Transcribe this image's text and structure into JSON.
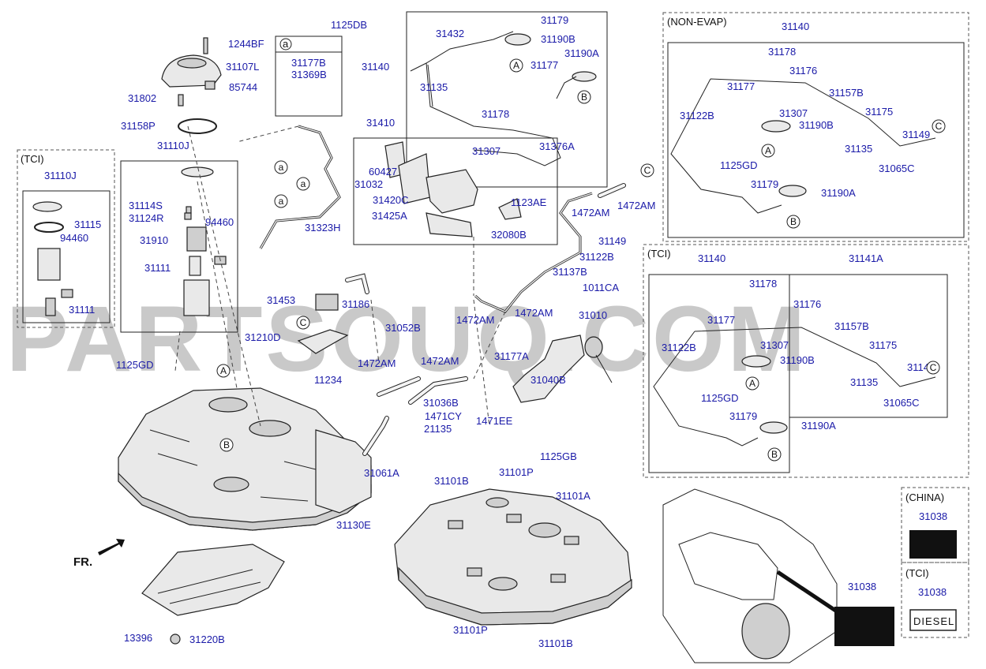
{
  "watermark": "PARTSOUQ.COM",
  "labels": [
    [
      "1125DB",
      419,
      36,
      "e"
    ],
    [
      "31179",
      685,
      30,
      "s"
    ],
    [
      "31432",
      552,
      47,
      "s"
    ],
    [
      "31190B",
      685,
      54,
      "s"
    ],
    [
      "31140",
      458,
      89,
      "s"
    ],
    [
      "31190A",
      715,
      72,
      "s"
    ],
    [
      "31177",
      672,
      87,
      "s"
    ],
    [
      "31135",
      532,
      115,
      "s"
    ],
    [
      "31178",
      610,
      149,
      "s"
    ],
    [
      "31410",
      464,
      160,
      "s"
    ],
    [
      "31307",
      598,
      196,
      "s"
    ],
    [
      "31376A",
      683,
      190,
      "s"
    ],
    [
      "60427",
      467,
      222,
      "s"
    ],
    [
      "31032",
      449,
      238,
      "s"
    ],
    [
      "31420C",
      472,
      258,
      "s"
    ],
    [
      "1123AE",
      647,
      261,
      "s"
    ],
    [
      "31425A",
      471,
      278,
      "s"
    ],
    [
      "32080B",
      622,
      302,
      "s"
    ],
    [
      "1472AM",
      724,
      274,
      "s"
    ],
    [
      "1472AM",
      782,
      265,
      "s"
    ],
    [
      "31149",
      758,
      310,
      "s"
    ],
    [
      "31122B",
      734,
      330,
      "s"
    ],
    [
      "31137B",
      700,
      349,
      "s"
    ],
    [
      "1011CA",
      738,
      369,
      "s"
    ],
    [
      "1472AM",
      578,
      410,
      "s"
    ],
    [
      "1472AM",
      652,
      401,
      "s"
    ],
    [
      "31010",
      733,
      404,
      "s"
    ],
    [
      "31052B",
      488,
      420,
      "s"
    ],
    [
      "31177A",
      626,
      456,
      "s"
    ],
    [
      "1472AM",
      453,
      465,
      "s"
    ],
    [
      "1472AM",
      533,
      462,
      "s"
    ],
    [
      "31040B",
      672,
      486,
      "s"
    ],
    [
      "31036B",
      536,
      515,
      "s"
    ],
    [
      "1471CY",
      538,
      532,
      "s"
    ],
    [
      "21135",
      537,
      548,
      "s"
    ],
    [
      "1471EE",
      603,
      538,
      "s"
    ],
    [
      "1125GB",
      684,
      583,
      "s"
    ],
    [
      "31061A",
      461,
      604,
      "s"
    ],
    [
      "31101B",
      550,
      614,
      "s"
    ],
    [
      "31101P",
      632,
      603,
      "s"
    ],
    [
      "31101A",
      704,
      633,
      "s"
    ],
    [
      "31130E",
      426,
      670,
      "s"
    ],
    [
      "31101P",
      574,
      803,
      "s"
    ],
    [
      "31101B",
      682,
      820,
      "s"
    ],
    [
      "1244BF",
      289,
      60,
      "s"
    ],
    [
      "31107L",
      286,
      89,
      "s"
    ],
    [
      "85744",
      290,
      115,
      "s"
    ],
    [
      "31802",
      162,
      129,
      "s"
    ],
    [
      "31158P",
      153,
      164,
      "s"
    ],
    [
      "31110J",
      199,
      189,
      "s"
    ],
    [
      "31114S",
      163,
      265,
      "s"
    ],
    [
      "31124R",
      163,
      281,
      "s"
    ],
    [
      "94460",
      260,
      286,
      "s"
    ],
    [
      "31910",
      177,
      309,
      "s"
    ],
    [
      "31111",
      183,
      344,
      "s"
    ],
    [
      "31453",
      338,
      385,
      "s"
    ],
    [
      "31186",
      433,
      390,
      "s"
    ],
    [
      "31210D",
      310,
      432,
      "s"
    ],
    [
      "11234",
      398,
      486,
      "s"
    ],
    [
      "1125GD",
      147,
      467,
      "s"
    ],
    [
      "31323H",
      386,
      293,
      "s"
    ],
    [
      "31220B",
      240,
      815,
      "s"
    ],
    [
      "13396",
      157,
      813,
      "s"
    ],
    [
      "FR.",
      93,
      717,
      "b"
    ],
    [
      "31110J",
      56,
      227,
      "s"
    ],
    [
      "31115",
      94,
      289,
      "s"
    ],
    [
      "94460",
      76,
      306,
      "s"
    ],
    [
      "31111",
      87,
      397,
      "s"
    ],
    [
      "31177B",
      369,
      84,
      "s"
    ],
    [
      "31369B",
      369,
      99,
      "s"
    ],
    [
      "31140",
      990,
      38,
      "s"
    ],
    [
      "31178",
      973,
      70,
      "s"
    ],
    [
      "31177",
      921,
      114,
      "s"
    ],
    [
      "31176",
      1000,
      94,
      "s"
    ],
    [
      "31157B",
      1050,
      122,
      "s"
    ],
    [
      "31122B",
      861,
      151,
      "s"
    ],
    [
      "31307",
      987,
      148,
      "s"
    ],
    [
      "31175",
      1096,
      146,
      "s"
    ],
    [
      "31190B",
      1012,
      163,
      "s"
    ],
    [
      "31149",
      1143,
      175,
      "s"
    ],
    [
      "31135",
      1070,
      193,
      "s"
    ],
    [
      "1125GD",
      912,
      214,
      "s"
    ],
    [
      "31065C",
      1113,
      218,
      "s"
    ],
    [
      "31179",
      951,
      238,
      "s"
    ],
    [
      "31190A",
      1040,
      249,
      "s"
    ],
    [
      "31140",
      884,
      332,
      "s"
    ],
    [
      "31141A",
      1075,
      332,
      "s"
    ],
    [
      "31178",
      949,
      364,
      "s"
    ],
    [
      "31176",
      1005,
      390,
      "s"
    ],
    [
      "31177",
      896,
      410,
      "s"
    ],
    [
      "31157B",
      1057,
      418,
      "s"
    ],
    [
      "31122B",
      838,
      445,
      "s"
    ],
    [
      "31307",
      963,
      442,
      "s"
    ],
    [
      "31175",
      1101,
      442,
      "s"
    ],
    [
      "31190B",
      988,
      461,
      "s"
    ],
    [
      "31149",
      1149,
      470,
      "s"
    ],
    [
      "31135",
      1077,
      489,
      "s"
    ],
    [
      "1125GD",
      888,
      509,
      "s"
    ],
    [
      "31065C",
      1119,
      515,
      "s"
    ],
    [
      "31179",
      924,
      532,
      "s"
    ],
    [
      "31190A",
      1015,
      544,
      "s"
    ],
    [
      "31038",
      1164,
      659,
      "s"
    ],
    [
      "31038",
      1074,
      748,
      "s"
    ],
    [
      "31038",
      1163,
      755,
      "s"
    ]
  ],
  "box_titles": {
    "detail_a": "a",
    "tci_left": "(TCI)",
    "non_evap": "(NON-EVAP)",
    "tci_right": "(TCI)",
    "china": "(CHINA)",
    "tci_label": "(TCI)"
  },
  "callouts": [
    [
      "A",
      654,
      83
    ],
    [
      "B",
      740,
      123
    ],
    [
      "A",
      283,
      470
    ],
    [
      "B",
      287,
      564
    ],
    [
      "C",
      384,
      409
    ],
    [
      "C",
      820,
      216
    ],
    [
      "A",
      973,
      191
    ],
    [
      "B",
      1005,
      281
    ],
    [
      "C",
      1189,
      160
    ],
    [
      "A",
      953,
      486
    ],
    [
      "B",
      981,
      576
    ],
    [
      "C",
      1182,
      466
    ],
    [
      "a",
      356,
      212
    ],
    [
      "a",
      384,
      233
    ],
    [
      "a",
      356,
      255
    ]
  ],
  "decals": {
    "diesel_text": "DIESEL"
  }
}
